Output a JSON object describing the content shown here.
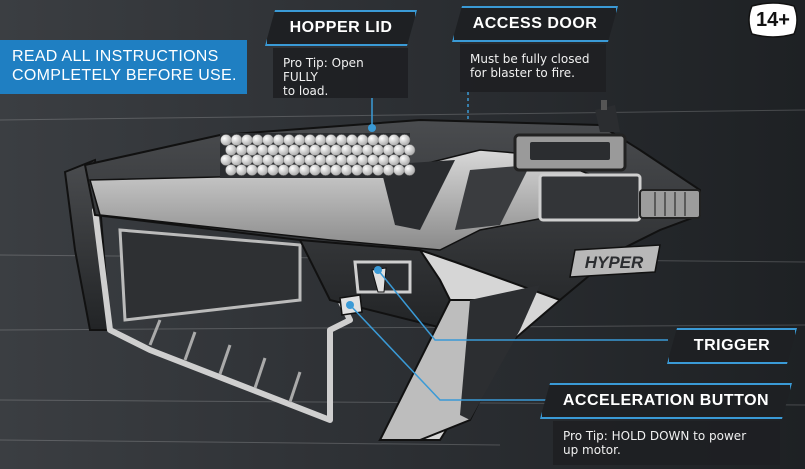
{
  "banner": {
    "line1": "READ ALL INSTRUCTIONS",
    "line2": "COMPLETELY BEFORE USE."
  },
  "age_badge": "14+",
  "brand_logo_text": "HYPER",
  "callouts": {
    "hopper_lid": {
      "title": "HOPPER LID",
      "tip_line1": "Pro Tip: Open FULLY",
      "tip_line2": "to load."
    },
    "access_door": {
      "title": "ACCESS DOOR",
      "tip_line1": "Must be fully closed",
      "tip_line2": "for blaster to fire."
    },
    "trigger": {
      "title": "TRIGGER"
    },
    "acceleration_button": {
      "title": "ACCELERATION BUTTON",
      "tip_line1": "Pro Tip: HOLD DOWN to power",
      "tip_line2": "up motor."
    }
  },
  "colors": {
    "accent": "#3a9ad6",
    "banner": "#1f7fc2",
    "label_bg": "#1e2023"
  }
}
